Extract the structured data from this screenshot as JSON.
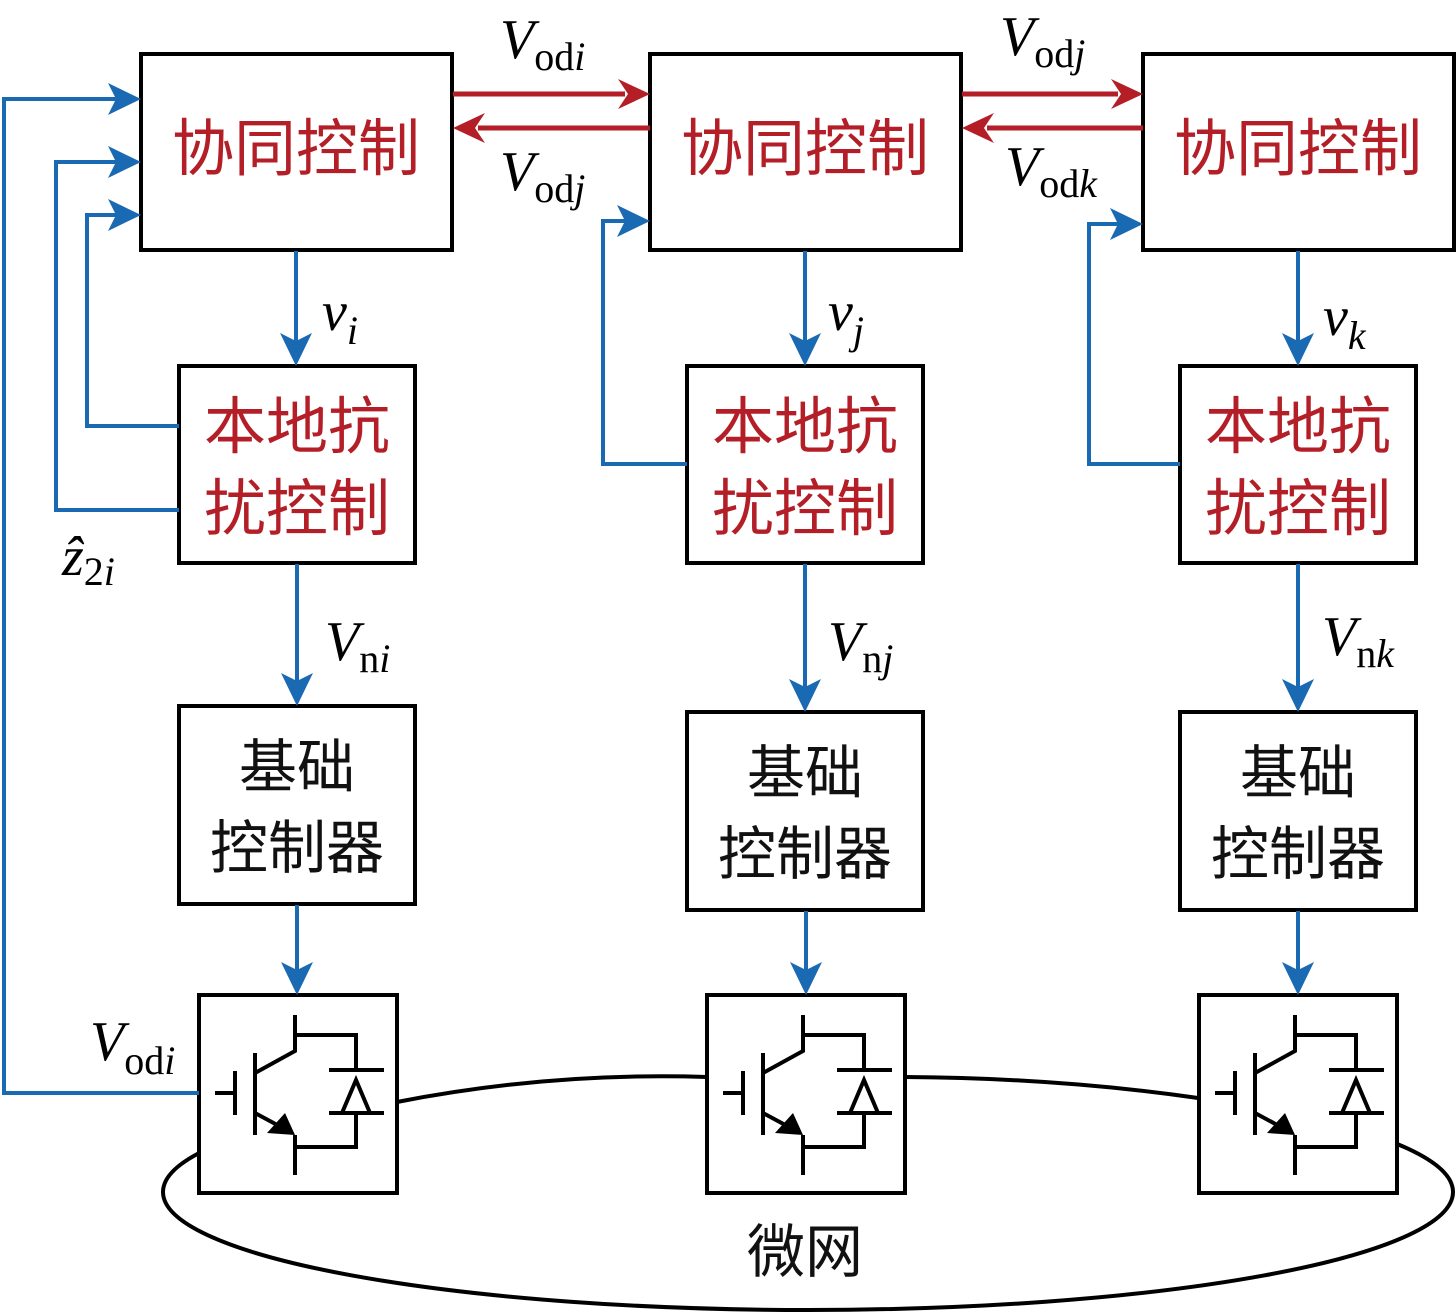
{
  "colors": {
    "consensus_text": "#b31e27",
    "comm_arrow": "#b31e27",
    "signal_arrow": "#1a6ab3",
    "outline": "#000000"
  },
  "agents": [
    {
      "id": "i",
      "cooperative_control": "协同控制",
      "adrc_line1": "本地抗",
      "adrc_line2": "扰控制",
      "base_line1": "基础",
      "base_line2": "控制器",
      "v_label": "v",
      "v_sub": "i",
      "vn_label": "V",
      "vn_sub_n": "n",
      "vn_sub": "i",
      "converter_icon": "igbt-diode-icon"
    },
    {
      "id": "j",
      "cooperative_control": "协同控制",
      "adrc_line1": "本地抗",
      "adrc_line2": "扰控制",
      "base_line1": "基础",
      "base_line2": "控制器",
      "v_label": "v",
      "v_sub": "j",
      "vn_label": "V",
      "vn_sub_n": "n",
      "vn_sub": "j",
      "converter_icon": "igbt-diode-icon"
    },
    {
      "id": "k",
      "cooperative_control": "协同控制",
      "adrc_line1": "本地抗",
      "adrc_line2": "扰控制",
      "base_line1": "基础",
      "base_line2": "控制器",
      "v_label": "v",
      "v_sub": "k",
      "vn_label": "V",
      "vn_sub_n": "n",
      "vn_sub": "k",
      "converter_icon": "igbt-diode-icon"
    }
  ],
  "comm_labels": {
    "ij_forward": {
      "main": "V",
      "sub_o": "od",
      "sub_idx": "i"
    },
    "ij_backward": {
      "main": "V",
      "sub_o": "od",
      "sub_idx": "j"
    },
    "jk_forward": {
      "main": "V",
      "sub_o": "od",
      "sub_idx": "j"
    },
    "jk_backward": {
      "main": "V",
      "sub_o": "od",
      "sub_idx": "k"
    }
  },
  "feedback_labels": {
    "z_hat": {
      "main": "ẑ",
      "sub": "2",
      "sub_idx": "i"
    },
    "vodi": {
      "main": "V",
      "sub_o": "od",
      "sub_idx": "i"
    }
  },
  "microgrid_label": "微网"
}
